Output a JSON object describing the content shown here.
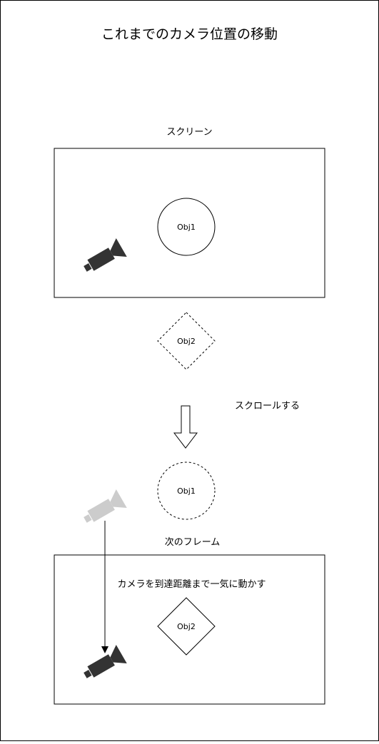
{
  "title": "これまでのカメラ位置の移動",
  "top_panel": {
    "label": "スクリーン",
    "object": "Obj1"
  },
  "offscreen_object": {
    "label": "Obj2"
  },
  "scroll": {
    "label": "スクロールする"
  },
  "previous_object": {
    "label": "Obj1"
  },
  "bottom_panel": {
    "label": "次のフレーム",
    "object": "Obj2",
    "annotation": "カメラを到達距離まで一気に動かす"
  },
  "icons": {
    "camera": "video-camera-icon",
    "arrow": "down-arrow-icon"
  },
  "colors": {
    "camera_dark": "#333333",
    "camera_ghost": "#cccccc",
    "stroke": "#000000",
    "background": "#ffffff"
  }
}
